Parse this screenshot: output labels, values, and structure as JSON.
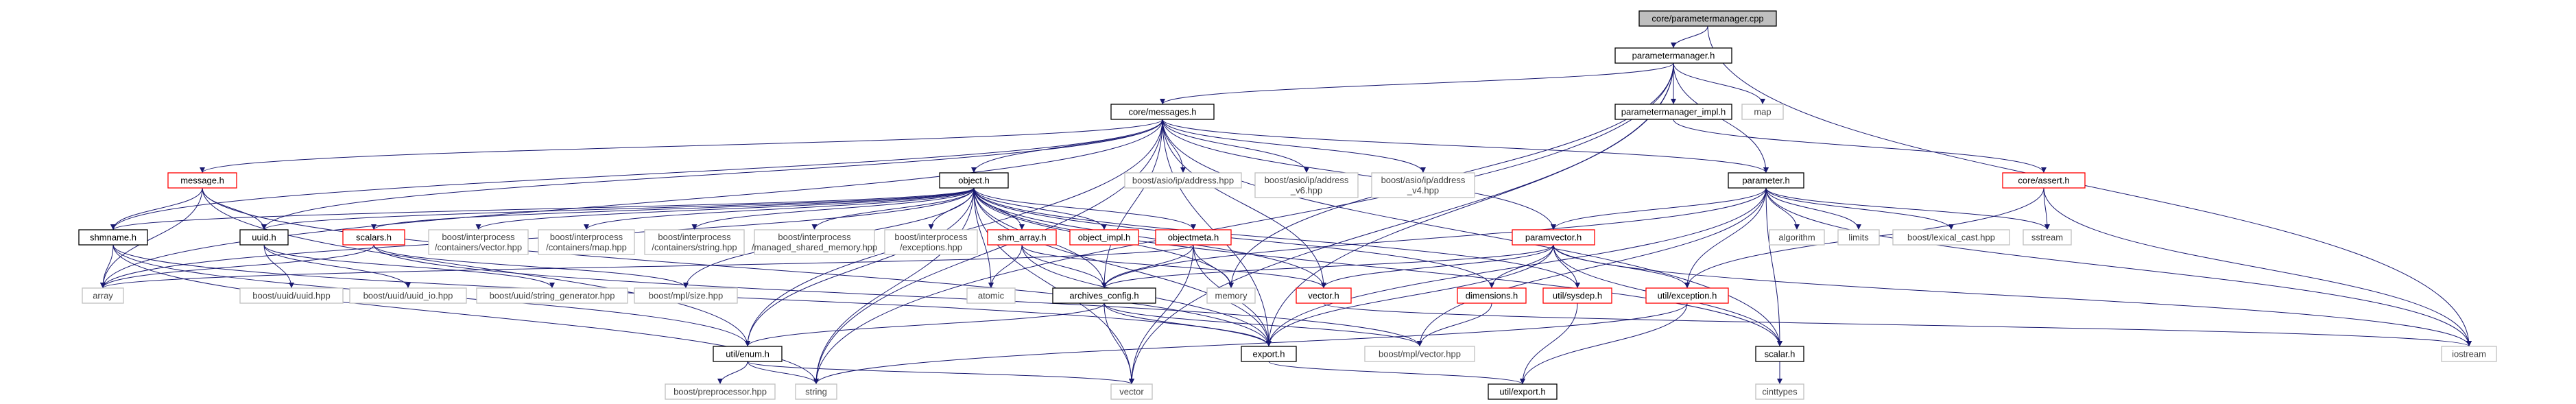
{
  "graph_title": "core/parametermanager.cpp",
  "colors": {
    "root_fill": "#bfbfbf",
    "node_fill": "#ffffff",
    "node_border": "#000000",
    "link_border": "#ff0000",
    "system_border": "#bfbfbf",
    "system_text": "#3f3f3f",
    "edge": "#191970"
  },
  "nodes": [
    {
      "id": "root",
      "label": "core/parametermanager.cpp",
      "kind": "root"
    },
    {
      "id": "pm",
      "label": "parametermanager.h",
      "kind": "internal"
    },
    {
      "id": "iostream",
      "label": "iostream",
      "kind": "system"
    },
    {
      "id": "messages",
      "label": "core/messages.h",
      "kind": "internal"
    },
    {
      "id": "pm_impl",
      "label": "parametermanager_impl.h",
      "kind": "internal"
    },
    {
      "id": "map",
      "label": "map",
      "kind": "system"
    },
    {
      "id": "assert",
      "label": "core/assert.h",
      "kind": "link"
    },
    {
      "id": "message",
      "label": "message.h",
      "kind": "link"
    },
    {
      "id": "object",
      "label": "object.h",
      "kind": "internal"
    },
    {
      "id": "asio_addr",
      "label": "boost/asio/ip/address.hpp",
      "kind": "system"
    },
    {
      "id": "asio_v6",
      "label": "boost/asio/ip/address\n_v6.hpp",
      "kind": "system"
    },
    {
      "id": "asio_v4",
      "label": "boost/asio/ip/address\n_v4.hpp",
      "kind": "system"
    },
    {
      "id": "parameter",
      "label": "parameter.h",
      "kind": "internal"
    },
    {
      "id": "shmname",
      "label": "shmname.h",
      "kind": "internal"
    },
    {
      "id": "uuid",
      "label": "uuid.h",
      "kind": "internal"
    },
    {
      "id": "scalars",
      "label": "scalars.h",
      "kind": "link"
    },
    {
      "id": "ipc_vector",
      "label": "boost/interprocess\n/containers/vector.hpp",
      "kind": "system"
    },
    {
      "id": "ipc_map",
      "label": "boost/interprocess\n/containers/map.hpp",
      "kind": "system"
    },
    {
      "id": "ipc_string",
      "label": "boost/interprocess\n/containers/string.hpp",
      "kind": "system"
    },
    {
      "id": "ipc_msm",
      "label": "boost/interprocess\n/managed_shared_memory.hpp",
      "kind": "system"
    },
    {
      "id": "ipc_exc",
      "label": "boost/interprocess\n/exceptions.hpp",
      "kind": "system"
    },
    {
      "id": "shm_array",
      "label": "shm_array.h",
      "kind": "link"
    },
    {
      "id": "object_impl",
      "label": "object_impl.h",
      "kind": "link"
    },
    {
      "id": "objectmeta",
      "label": "objectmeta.h",
      "kind": "link"
    },
    {
      "id": "paramvector",
      "label": "paramvector.h",
      "kind": "link"
    },
    {
      "id": "algorithm",
      "label": "algorithm",
      "kind": "system"
    },
    {
      "id": "limits",
      "label": "limits",
      "kind": "system"
    },
    {
      "id": "lexical_cast",
      "label": "boost/lexical_cast.hpp",
      "kind": "system"
    },
    {
      "id": "sstream",
      "label": "sstream",
      "kind": "system"
    },
    {
      "id": "array",
      "label": "array",
      "kind": "system"
    },
    {
      "id": "uuid_hpp",
      "label": "boost/uuid/uuid.hpp",
      "kind": "system"
    },
    {
      "id": "uuid_io",
      "label": "boost/uuid/uuid_io.hpp",
      "kind": "system"
    },
    {
      "id": "uuid_gen",
      "label": "boost/uuid/string_generator.hpp",
      "kind": "system"
    },
    {
      "id": "mpl_size",
      "label": "boost/mpl/size.hpp",
      "kind": "system"
    },
    {
      "id": "atomic",
      "label": "atomic",
      "kind": "system"
    },
    {
      "id": "archives",
      "label": "archives_config.h",
      "kind": "internal"
    },
    {
      "id": "memory",
      "label": "memory",
      "kind": "system"
    },
    {
      "id": "vector_h",
      "label": "vector.h",
      "kind": "link"
    },
    {
      "id": "dimensions",
      "label": "dimensions.h",
      "kind": "link"
    },
    {
      "id": "sysdep",
      "label": "util/sysdep.h",
      "kind": "link"
    },
    {
      "id": "exception",
      "label": "util/exception.h",
      "kind": "link"
    },
    {
      "id": "enum",
      "label": "util/enum.h",
      "kind": "internal"
    },
    {
      "id": "export",
      "label": "export.h",
      "kind": "internal"
    },
    {
      "id": "mpl_vector",
      "label": "boost/mpl/vector.hpp",
      "kind": "system"
    },
    {
      "id": "scalar",
      "label": "scalar.h",
      "kind": "internal"
    },
    {
      "id": "preprocessor",
      "label": "boost/preprocessor.hpp",
      "kind": "system"
    },
    {
      "id": "string",
      "label": "string",
      "kind": "system"
    },
    {
      "id": "vector",
      "label": "vector",
      "kind": "system"
    },
    {
      "id": "util_export",
      "label": "util/export.h",
      "kind": "internal"
    },
    {
      "id": "cinttypes",
      "label": "cinttypes",
      "kind": "system"
    }
  ],
  "edges": [
    [
      "root",
      "pm"
    ],
    [
      "root",
      "iostream"
    ],
    [
      "pm",
      "messages"
    ],
    [
      "pm",
      "pm_impl"
    ],
    [
      "pm",
      "map"
    ],
    [
      "pm",
      "parameter"
    ],
    [
      "pm",
      "memory"
    ],
    [
      "pm",
      "string"
    ],
    [
      "pm",
      "vector"
    ],
    [
      "pm",
      "export"
    ],
    [
      "pm_impl",
      "assert"
    ],
    [
      "assert",
      "sstream"
    ],
    [
      "assert",
      "iostream"
    ],
    [
      "assert",
      "exception"
    ],
    [
      "messages",
      "message"
    ],
    [
      "messages",
      "object"
    ],
    [
      "messages",
      "asio_addr"
    ],
    [
      "messages",
      "asio_v6"
    ],
    [
      "messages",
      "asio_v4"
    ],
    [
      "messages",
      "parameter"
    ],
    [
      "messages",
      "paramvector"
    ],
    [
      "messages",
      "shmname"
    ],
    [
      "messages",
      "uuid"
    ],
    [
      "messages",
      "array"
    ],
    [
      "messages",
      "string"
    ],
    [
      "messages",
      "export"
    ],
    [
      "messages",
      "enum"
    ],
    [
      "messages",
      "scalar"
    ],
    [
      "messages",
      "vector_h"
    ],
    [
      "messages",
      "archives"
    ],
    [
      "message",
      "shmname"
    ],
    [
      "message",
      "uuid"
    ],
    [
      "message",
      "array"
    ],
    [
      "message",
      "enum"
    ],
    [
      "message",
      "export"
    ],
    [
      "object",
      "shmname"
    ],
    [
      "object",
      "uuid"
    ],
    [
      "object",
      "scalars"
    ],
    [
      "object",
      "ipc_vector"
    ],
    [
      "object",
      "ipc_map"
    ],
    [
      "object",
      "ipc_string"
    ],
    [
      "object",
      "ipc_msm"
    ],
    [
      "object",
      "ipc_exc"
    ],
    [
      "object",
      "shm_array"
    ],
    [
      "object",
      "object_impl"
    ],
    [
      "object",
      "objectmeta"
    ],
    [
      "object",
      "atomic"
    ],
    [
      "object",
      "archives"
    ],
    [
      "object",
      "memory"
    ],
    [
      "object",
      "vector"
    ],
    [
      "object",
      "export"
    ],
    [
      "object",
      "vector_h"
    ],
    [
      "object",
      "dimensions"
    ],
    [
      "object",
      "sysdep"
    ],
    [
      "object",
      "mpl_size"
    ],
    [
      "object",
      "array"
    ],
    [
      "object",
      "enum"
    ],
    [
      "object",
      "string"
    ],
    [
      "object",
      "scalar"
    ],
    [
      "parameter",
      "paramvector"
    ],
    [
      "parameter",
      "algorithm"
    ],
    [
      "parameter",
      "limits"
    ],
    [
      "parameter",
      "lexical_cast"
    ],
    [
      "parameter",
      "sstream"
    ],
    [
      "parameter",
      "iostream"
    ],
    [
      "parameter",
      "export"
    ],
    [
      "parameter",
      "exception"
    ],
    [
      "parameter",
      "mpl_vector"
    ],
    [
      "parameter",
      "scalar"
    ],
    [
      "parameter",
      "archives"
    ],
    [
      "paramvector",
      "vector_h"
    ],
    [
      "paramvector",
      "dimensions"
    ],
    [
      "paramvector",
      "sysdep"
    ],
    [
      "paramvector",
      "exception"
    ],
    [
      "paramvector",
      "iostream"
    ],
    [
      "paramvector",
      "export"
    ],
    [
      "paramvector",
      "scalar"
    ],
    [
      "paramvector",
      "archives"
    ],
    [
      "shmname",
      "array"
    ],
    [
      "shmname",
      "string"
    ],
    [
      "shmname",
      "enum"
    ],
    [
      "shmname",
      "export"
    ],
    [
      "uuid",
      "uuid_hpp"
    ],
    [
      "uuid",
      "uuid_io"
    ],
    [
      "uuid",
      "uuid_gen"
    ],
    [
      "scalars",
      "array"
    ],
    [
      "scalars",
      "mpl_size"
    ],
    [
      "scalars",
      "mpl_vector"
    ],
    [
      "shm_array",
      "atomic"
    ],
    [
      "shm_array",
      "archives"
    ],
    [
      "shm_array",
      "export"
    ],
    [
      "shm_array",
      "vector_h"
    ],
    [
      "objectmeta",
      "archives"
    ],
    [
      "objectmeta",
      "memory"
    ],
    [
      "objectmeta",
      "export"
    ],
    [
      "objectmeta",
      "vector"
    ],
    [
      "objectmeta",
      "array"
    ],
    [
      "archives",
      "enum"
    ],
    [
      "archives",
      "export"
    ],
    [
      "archives",
      "vector"
    ],
    [
      "archives",
      "mpl_vector"
    ],
    [
      "dimensions",
      "mpl_vector"
    ],
    [
      "sysdep",
      "util_export"
    ],
    [
      "exception",
      "util_export"
    ],
    [
      "exception",
      "string"
    ],
    [
      "vector_h",
      "iostream"
    ],
    [
      "enum",
      "preprocessor"
    ],
    [
      "enum",
      "string"
    ],
    [
      "enum",
      "vector"
    ],
    [
      "export",
      "util_export"
    ],
    [
      "scalar",
      "cinttypes"
    ]
  ]
}
